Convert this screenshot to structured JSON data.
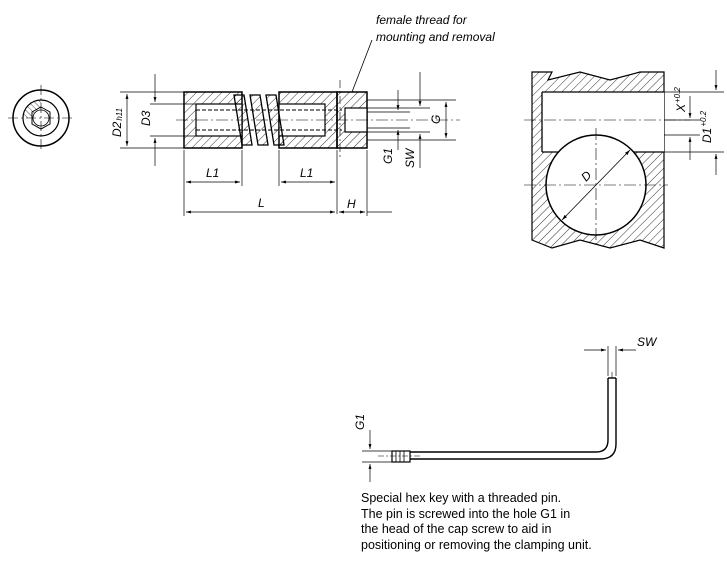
{
  "callout": {
    "line1": "female thread for",
    "line2": "mounting and removal"
  },
  "dimensions": {
    "D2": "D2",
    "D2_tolerance": "h11",
    "D3": "D3",
    "L1_left": "L1",
    "L1_right": "L1",
    "L": "L",
    "H": "H",
    "G1": "G1",
    "SW": "SW",
    "G": "G",
    "X": "X",
    "X_tolerance": "+0.2",
    "D1": "D1",
    "D1_tolerance": "+0.2",
    "D": "D",
    "key_SW": "SW",
    "key_G1": "G1"
  },
  "caption": [
    "Special hex key with a threaded pin.",
    "The pin is screwed into the hole G1 in",
    "the head of the cap screw to aid in",
    "positioning or removing the clamping unit."
  ]
}
